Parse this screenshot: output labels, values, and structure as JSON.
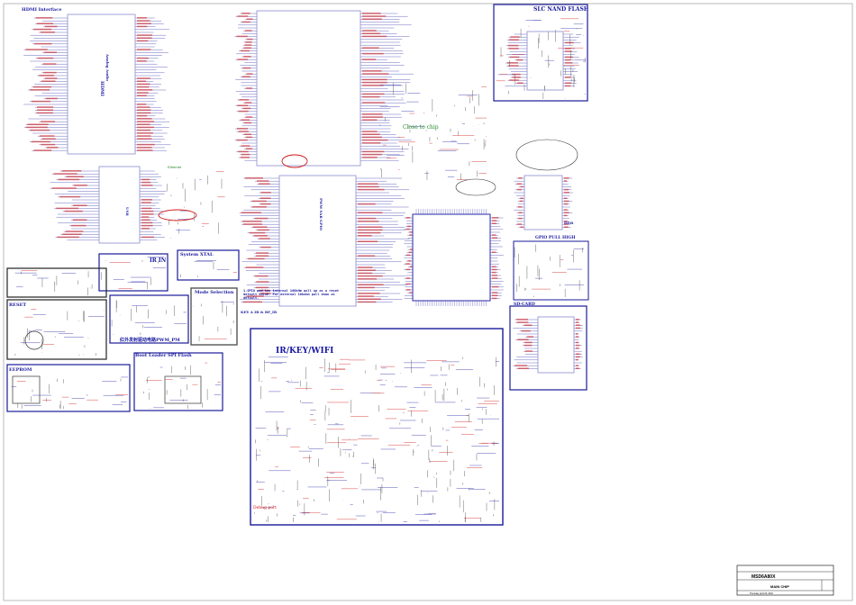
{
  "sections": {
    "hdmi": "HDMI Interface",
    "hdmi_chip": "HDMI",
    "analog_audio": "Analog Audio",
    "nand": "SLC NAND FLASE",
    "close_to_chip": "Close to chip",
    "ethernet": "Ethernet",
    "usb": "USB",
    "ir_in": "IR IN",
    "system_xtal": "System XTAL",
    "mode_selection": "Mode Selection",
    "pwm": "红外发射驱动电路PWM_PM",
    "boot_loader": "Boot Loader SPI Flash",
    "reset": "RESET",
    "eeprom": "EEPROM",
    "ir_key_wifi": "IR/KEY/WIFI",
    "debug_port": "Debug port",
    "gpio_pull_high": "GPIO PULL HIGH",
    "sd_card": "SD-CARD",
    "key": "KEY A IR & RF_IR",
    "pwm_sar_gpio": "PWM SAR GPIO",
    "note": "1.GPIO pad has internal 100kHm pull up as a reset default value. For external 10kohm pull down as default.",
    "ddr": "DDR"
  },
  "title_block": {
    "project": "MSD6A80X",
    "sheet_title": "MAIN CHIP",
    "date": "Thursday, April 26, 2018"
  },
  "colors": {
    "wire": "#2a2aa8",
    "net": "#d01818",
    "frame": "#1a1a9a",
    "part": "#8a8ad0"
  }
}
